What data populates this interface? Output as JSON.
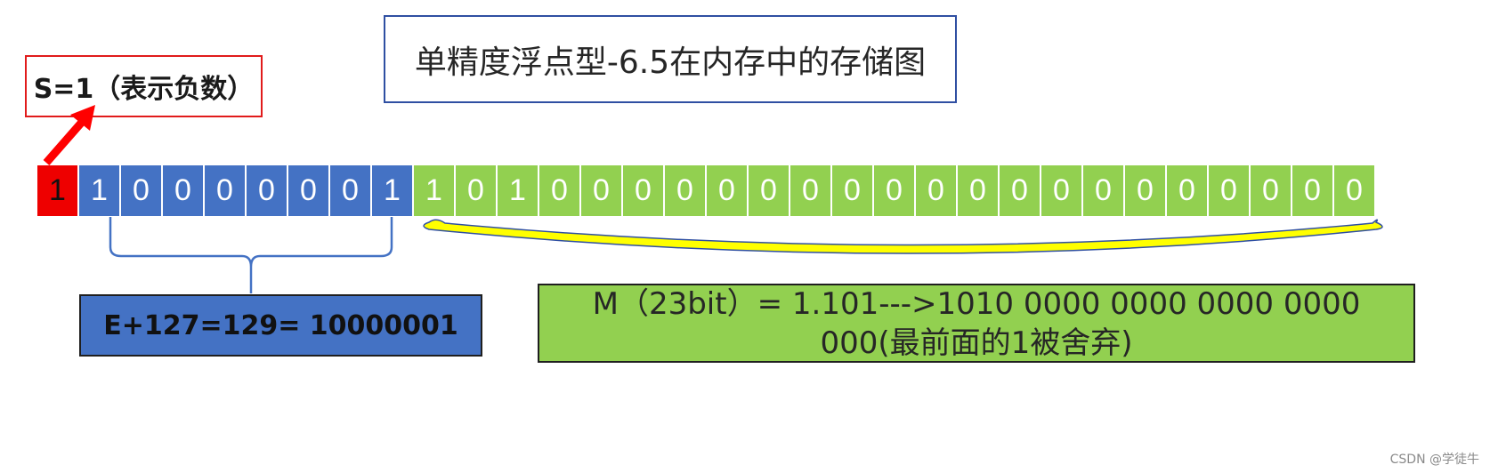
{
  "title": "单精度浮点型-6.5在内存中的存储图",
  "sign_label": "S=1（表示负数）",
  "bits": {
    "sign": [
      "1"
    ],
    "exponent": [
      "1",
      "0",
      "0",
      "0",
      "0",
      "0",
      "0",
      "1"
    ],
    "mantissa": [
      "1",
      "0",
      "1",
      "0",
      "0",
      "0",
      "0",
      "0",
      "0",
      "0",
      "0",
      "0",
      "0",
      "0",
      "0",
      "0",
      "0",
      "0",
      "0",
      "0",
      "0",
      "0",
      "0"
    ]
  },
  "exponent_label": "E+127=129= 10000001",
  "mantissa_label": {
    "line1": "M（23bit）= 1.101--->1010 0000 0000 0000 0000",
    "line2": "000(最前面的1被舍弃)"
  },
  "watermark": "CSDN @学徒牛",
  "colors": {
    "sign": "#ee0000",
    "exponent": "#4472c4",
    "mantissa": "#92d050",
    "brace_fill": "#ffff00",
    "arrow": "#ff0000"
  }
}
